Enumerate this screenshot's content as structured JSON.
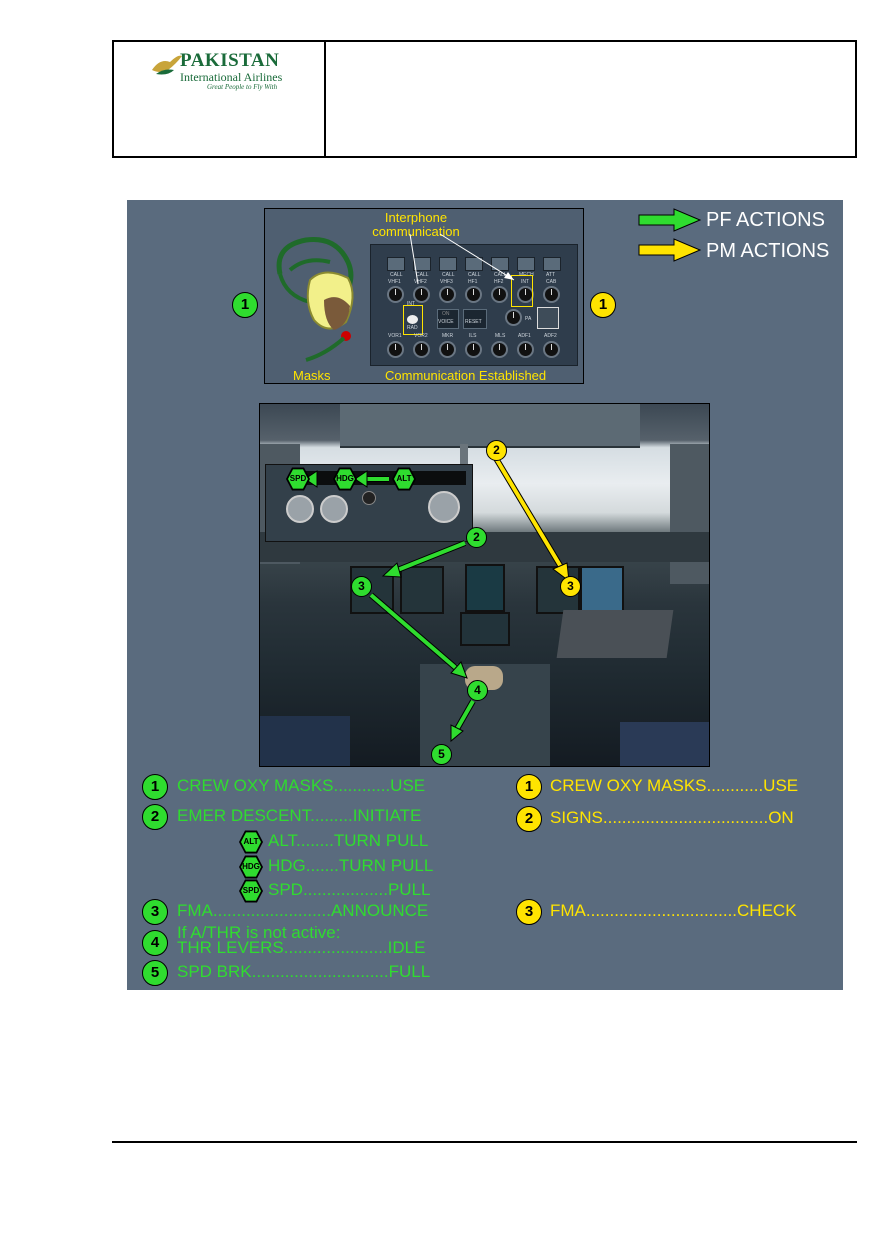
{
  "header": {
    "airline_name": "PAKISTAN",
    "airline_sub": "International Airlines",
    "tagline": "Great People to Fly With"
  },
  "legend": {
    "pf": "PF ACTIONS",
    "pm": "PM ACTIONS",
    "pf_color": "#2fdc2f",
    "pm_color": "#ffe400"
  },
  "top_image": {
    "interphone_label": "Interphone\ncommunication",
    "masks_label": "Masks",
    "comm_label": "Communication Established",
    "left_marker": "1",
    "right_marker": "1",
    "acp_call_keys": [
      "CALL",
      "CALL",
      "CALL",
      "CALL",
      "CALL",
      "MECH",
      "ATT"
    ],
    "acp_row1": [
      "VHF1",
      "VHF2",
      "VHF3",
      "HF1",
      "HF2",
      "INT",
      "CAB"
    ],
    "acp_mid": [
      "INT",
      "RAD",
      "ON",
      "VOICE",
      "RESET",
      "PA"
    ],
    "acp_row2": [
      "VOR1",
      "VOR2",
      "MKR",
      "ILS",
      "MLS",
      "ADF1",
      "ADF2"
    ]
  },
  "cockpit": {
    "fcu": {
      "spd": "SPD",
      "hdg": "HDG",
      "alt": "ALT"
    },
    "markers": {
      "m2a": "2",
      "m2b": "2",
      "m3a": "3",
      "m3b": "3",
      "m4": "4",
      "m5": "5"
    }
  },
  "pf_items": [
    {
      "num": "1",
      "text": "CREW OXY MASKS............USE"
    },
    {
      "num": "2",
      "text": "EMER DESCENT.........INITIATE"
    },
    {
      "icon": "ALT",
      "text": "ALT........TURN PULL"
    },
    {
      "icon": "HDG",
      "text": "HDG.......TURN PULL"
    },
    {
      "icon": "SPD",
      "text": "SPD..................PULL"
    },
    {
      "num": "3",
      "text": "FMA.........................ANNOUNCE"
    },
    {
      "num": "4",
      "line1": "If A/THR is not active:",
      "line2": "THR LEVERS......................IDLE"
    },
    {
      "num": "5",
      "text": "SPD BRK.............................FULL"
    }
  ],
  "pm_items": [
    {
      "num": "1",
      "text": "CREW OXY MASKS............USE"
    },
    {
      "num": "2",
      "text": "SIGNS...................................ON"
    },
    {
      "num": "3",
      "text": "FMA................................CHECK"
    }
  ]
}
